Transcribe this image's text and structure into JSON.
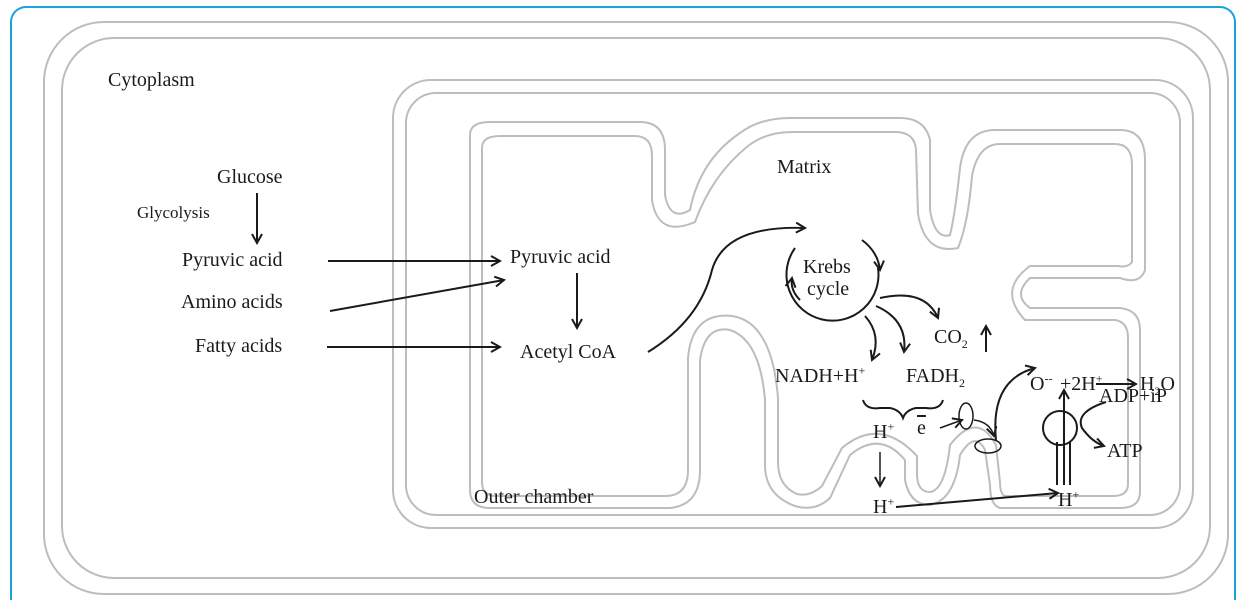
{
  "labels": {
    "cytoplasm": "Cytoplasm",
    "matrix": "Matrix",
    "glucose": "Glucose",
    "glycolysis": "Glycolysis",
    "pyruvic_acid_left": "Pyruvic acid",
    "amino_acids": "Amino acids",
    "fatty_acids": "Fatty acids",
    "pyruvic_acid_right": "Pyruvic acid",
    "acetyl_coa": "Acetyl CoA",
    "krebs_line1": "Krebs",
    "krebs_line2": "cycle",
    "co2": "CO",
    "co2_sub": "2",
    "nadh": "NADH+H",
    "nadh_sup": "+",
    "fadh": "FADH",
    "fadh_sub": "2",
    "h_plus": "H",
    "plus": "+",
    "electron": "e",
    "oxygen": "O",
    "oxygen_sup": "--",
    "two_h": "+2H",
    "water": "H",
    "water_sub": "2",
    "water_o": "O",
    "adp": "ADP+iP",
    "atp": "ATP",
    "outer_chamber": "Outer chamber"
  },
  "colors": {
    "border": "#1aa3dc",
    "membrane": "#bdbdbd",
    "ink": "#1a1a1a"
  }
}
